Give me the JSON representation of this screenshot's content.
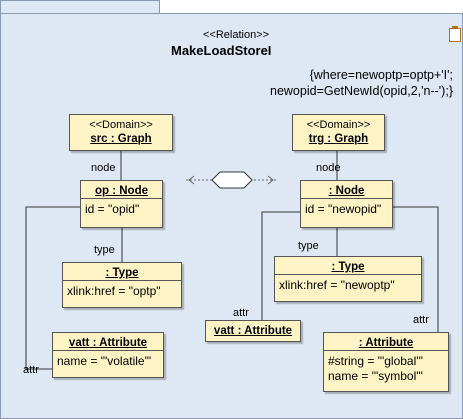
{
  "relation": {
    "stereotype": "<<Relation>>",
    "name": "MakeLoadStoreI",
    "where_line1": "{where=newoptp=optp+'I';",
    "where_line2": "newopid=GetNewId(opid,2,'n--');}"
  },
  "domains": {
    "src": {
      "stereotype": "<<Domain>>",
      "name": "src : Graph"
    },
    "trg": {
      "stereotype": "<<Domain>>",
      "name": "trg : Graph"
    }
  },
  "nodes": {
    "op_node": {
      "name": "op : Node",
      "attr": "id = \"opid\""
    },
    "src_type": {
      "name": ": Type",
      "attr": "xlink:href = \"optp\""
    },
    "src_attribute": {
      "name": "vatt : Attribute",
      "attr": "name = \"'volatile'\""
    },
    "trg_node": {
      "name": ": Node",
      "attr": "id = \"newopid\""
    },
    "trg_type": {
      "name": ": Type",
      "attr": "xlink:href = \"newoptp\""
    },
    "trg_vatt": {
      "name": "vatt : Attribute"
    },
    "trg_attribute": {
      "name": ": Attribute",
      "attr1": "#string = \"'global'\"",
      "attr2": "name = \"'symbol'\""
    }
  },
  "labels": {
    "src_node": "node",
    "src_type": "type",
    "src_attr": "attr",
    "trg_node": "node",
    "trg_type": "type",
    "trg_attr_left": "attr",
    "trg_attr_right": "attr"
  },
  "colors": {
    "frame_fill": "#dde8f4",
    "frame_border": "#8a9bb0",
    "box_fill": "#fdf3c4",
    "box_border": "#555555"
  }
}
